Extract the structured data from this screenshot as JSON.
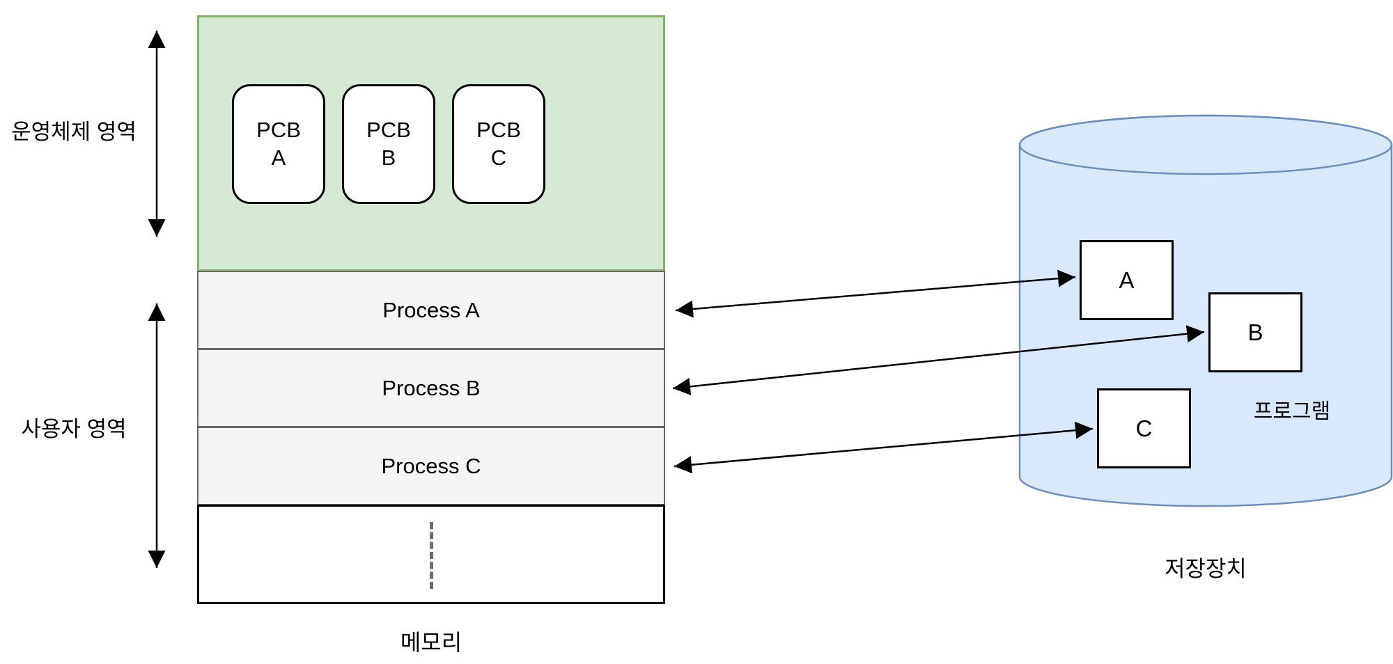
{
  "colors": {
    "os_area_fill": "#d5e8d4",
    "os_area_border": "#82b366",
    "storage_fill": "#dae8fc",
    "storage_border": "#6c8ebf",
    "process_row_fill": "#f5f5f5",
    "process_row_border": "#666666",
    "arrow": "#000000"
  },
  "left_gutter": {
    "os_area_label": "운영체제 영역",
    "user_area_label": "사용자 영역"
  },
  "memory": {
    "caption": "메모리",
    "pcbs": [
      {
        "line1": "PCB",
        "line2": "A"
      },
      {
        "line1": "PCB",
        "line2": "B"
      },
      {
        "line1": "PCB",
        "line2": "C"
      }
    ],
    "processes": [
      {
        "label": "Process A"
      },
      {
        "label": "Process B"
      },
      {
        "label": "Process C"
      }
    ]
  },
  "storage": {
    "caption": "저장장치",
    "programs_label": "프로그램",
    "programs": [
      {
        "label": "A"
      },
      {
        "label": "B"
      },
      {
        "label": "C"
      }
    ]
  }
}
